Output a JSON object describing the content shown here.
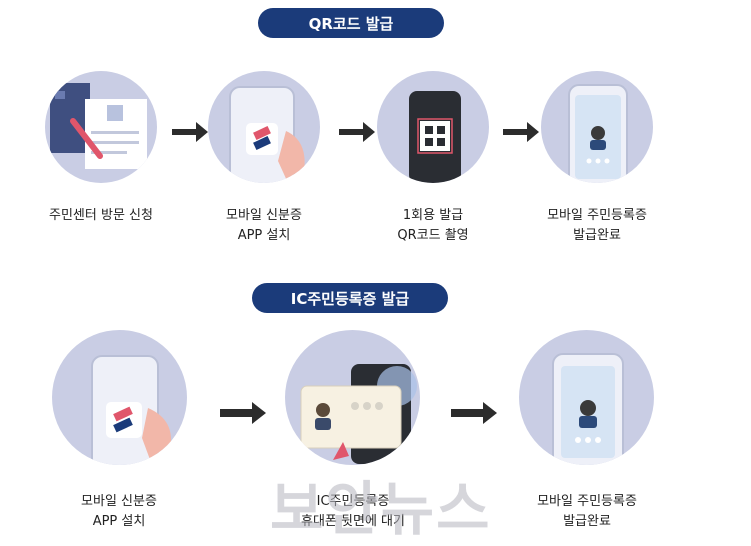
{
  "qr_section": {
    "title": "QR코드 발급",
    "steps": [
      {
        "line1": "주민센터 방문 신청",
        "line2": ""
      },
      {
        "line1": "모바일 신분증",
        "line2": "APP 설치"
      },
      {
        "line1": "1회용 발급",
        "line2": "QR코드 촬영"
      },
      {
        "line1": "모바일 주민등록증",
        "line2": "발급완료"
      }
    ]
  },
  "ic_section": {
    "title": "IC주민등록증 발급",
    "steps": [
      {
        "line1": "모바일 신분증",
        "line2": "APP 설치"
      },
      {
        "line1": "IC주민등록증",
        "line2": "휴대폰 뒷면에 대기"
      },
      {
        "line1": "모바일 주민등록증",
        "line2": "발급완료"
      }
    ]
  },
  "watermark": "보안뉴스",
  "colors": {
    "badge": "#1b3b7a",
    "circle": "#c9cde4",
    "arrow": "#2c2c2c"
  }
}
